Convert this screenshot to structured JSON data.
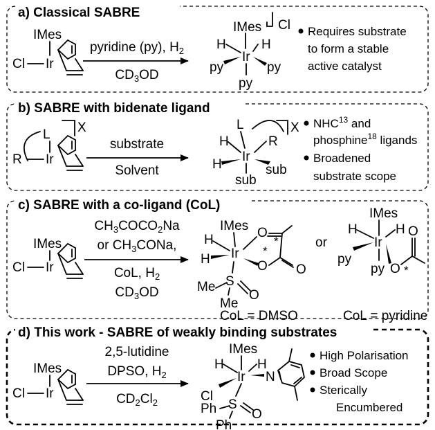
{
  "sections": [
    {
      "title": "a) Classical SABRE",
      "reactant": {
        "metal": "Ir",
        "ligand_top": "IMes",
        "ligand_left": "Cl"
      },
      "conditions_above": "pyridine (py), H<sub>2</sub>",
      "conditions_below": "CD<sub>3</sub>OD",
      "product": {
        "metal": "Ir",
        "top": "IMes",
        "counterion": "Cl",
        "h_left": "H",
        "h_right": "H",
        "py_left": "py",
        "py_right": "py",
        "py_bottom": "py"
      },
      "notes": [
        "Requires substrate",
        "to form a stable",
        "active catalyst"
      ]
    },
    {
      "title": "b) SABRE with bidenate ligand",
      "reactant": {
        "metal": "Ir",
        "ligand_top": "L",
        "ligand_left": "R",
        "counterion": "X"
      },
      "conditions_above": "substrate",
      "conditions_below": "Solvent",
      "product": {
        "metal": "Ir",
        "top": "L",
        "right": "R",
        "counterion": "X",
        "h_top": "H",
        "h_bottom": "H",
        "sub_right": "sub",
        "sub_bottom": "sub"
      },
      "notes": [
        "NHC<sup>13</sup> and",
        "phosphine<sup>18</sup> ligands",
        "Broadened",
        "substrate scope"
      ]
    },
    {
      "title": "c) SABRE with a co-ligand (CoL)",
      "reactant": {
        "metal": "Ir",
        "ligand_top": "IMes",
        "ligand_left": "Cl"
      },
      "conditions_above": [
        "CH<sub>3</sub>COCO<sub>2</sub>Na",
        "or CH<sub>3</sub>CONa,"
      ],
      "conditions_below": [
        "CoL, H<sub>2</sub>",
        "CD<sub>3</sub>OD"
      ],
      "product1": {
        "metal": "Ir",
        "top": "IMes",
        "h1": "H",
        "h2": "H",
        "o1": "O",
        "o2": "O",
        "o3": "O",
        "star": "*",
        "sulfur": "S",
        "s_oxygen": "O",
        "me1": "Me",
        "me2": "Me",
        "caption": "CoL = DMSO"
      },
      "connector": "or",
      "product2": {
        "metal": "Ir",
        "top": "IMes",
        "h1": "H",
        "h2": "H",
        "py_left": "py",
        "py_bottom": "py",
        "oxygen": "O",
        "star": "*",
        "caption": "CoL = pyridine"
      }
    },
    {
      "title": "d) This work - SABRE of weakly binding substrates",
      "reactant": {
        "metal": "Ir",
        "ligand_top": "IMes",
        "ligand_left": "Cl"
      },
      "conditions_above": [
        "2,5-lutidine",
        "DPSO, H<sub>2</sub>"
      ],
      "conditions_below": "CD<sub>2</sub>Cl<sub>2</sub>",
      "product": {
        "metal": "Ir",
        "top": "IMes",
        "h1": "H",
        "h2": "H",
        "left": "Cl",
        "nitrogen": "N",
        "sulfur": "S",
        "s_oxygen": "O",
        "ph1": "Ph",
        "ph2": "Ph"
      },
      "notes": [
        "High Polarisation",
        "Broad Scope",
        "Sterically",
        "Encumbered"
      ]
    }
  ]
}
